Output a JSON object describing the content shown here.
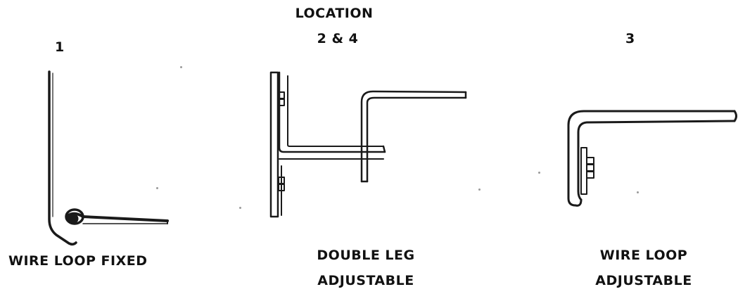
{
  "header": {
    "location_title": "LOCATION",
    "location_numbers": "2 & 4"
  },
  "figures": [
    {
      "number": "1",
      "caption_lines": [
        "WIRE LOOP FIXED"
      ]
    },
    {
      "number": "3",
      "caption_lines": [
        "WIRE LOOP",
        "ADJUSTABLE"
      ]
    },
    {
      "caption_lines": [
        "DOUBLE LEG",
        "ADJUSTABLE"
      ]
    }
  ]
}
